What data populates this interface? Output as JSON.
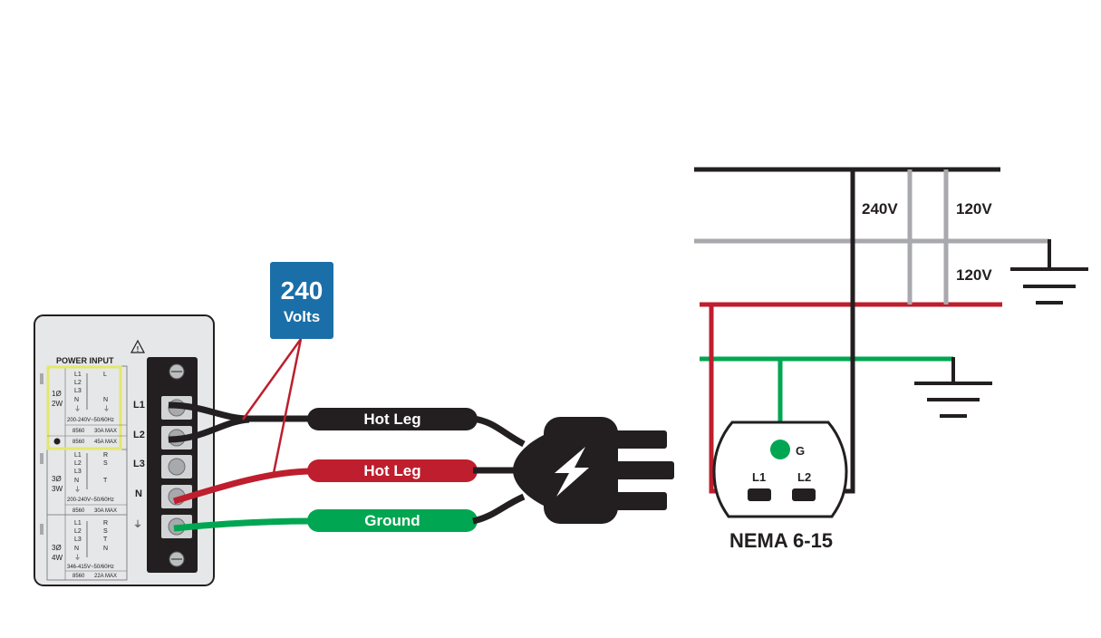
{
  "colors": {
    "black": "#231f20",
    "gray": "#a7a9ac",
    "red": "#be1e2d",
    "green": "#00a651",
    "badge": "#1a6fa8",
    "highlight": "#e2e86b"
  },
  "panel": {
    "title": "POWER INPUT",
    "phase_1": {
      "phase": "1Ø",
      "wires": "2W",
      "lines": [
        "L1",
        "L2",
        "L3",
        "N",
        "⏚"
      ],
      "outputs": [
        "L",
        "N",
        "⏚"
      ],
      "range": "200-240V~50/60Hz",
      "models": [
        [
          "8560",
          "30A MAX"
        ],
        [
          "8560",
          "45A MAX"
        ]
      ]
    },
    "phase_3w": {
      "phase": "3Ø",
      "wires": "3W",
      "lines": [
        "L1",
        "L2",
        "L3",
        "N",
        "⏚"
      ],
      "outputs": [
        "R",
        "S",
        "T"
      ],
      "range": "200-240V~50/60Hz",
      "models": [
        [
          "8560",
          "30A MAX"
        ]
      ]
    },
    "phase_4w": {
      "phase": "3Ø",
      "wires": "4W",
      "lines": [
        "L1",
        "L2",
        "L3",
        "N",
        "⏚"
      ],
      "outputs": [
        "R",
        "S",
        "T",
        "N"
      ],
      "range": "346-415V~50/60Hz",
      "models": [
        [
          "8560",
          "22A MAX"
        ]
      ]
    }
  },
  "terminals": [
    "L1",
    "L2",
    "L3",
    "N",
    "⏚"
  ],
  "badge": {
    "value": "240",
    "unit": "Volts"
  },
  "wires": [
    {
      "label": "Hot Leg",
      "color": "black"
    },
    {
      "label": "Hot Leg",
      "color": "red"
    },
    {
      "label": "Ground",
      "color": "green"
    }
  ],
  "service": {
    "v240": "240V",
    "v120_top": "120V",
    "v120_bottom": "120V"
  },
  "receptacle": {
    "name": "NEMA 6-15",
    "ground": "G",
    "slot_left": "L1",
    "slot_right": "L2"
  },
  "icons": {
    "warning": "warning-triangle-icon",
    "plug": "plug-icon",
    "bolt": "lightning-bolt-icon",
    "ground": "ground-symbol-icon"
  }
}
